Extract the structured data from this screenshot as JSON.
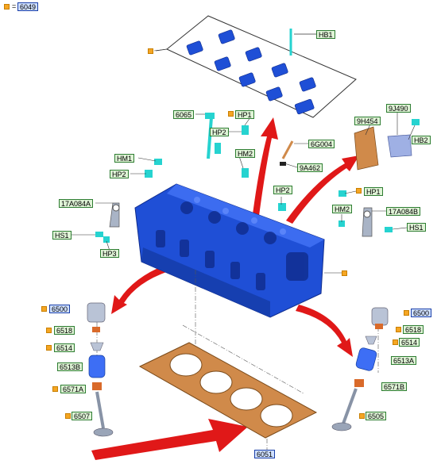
{
  "header": {
    "prefix": "=",
    "code": "6049"
  },
  "labels": {
    "hb1": "HB1",
    "c6065": "6065",
    "hp1_top": "HP1",
    "hp2_top": "HP2",
    "hm1": "HM1",
    "hp2_left": "HP2",
    "hm2_top": "HM2",
    "c6g004": "6G004",
    "c9a462": "9A462",
    "c9h454": "9H454",
    "c9j490": "9J490",
    "hb2": "HB2",
    "hp2_mid": "HP2",
    "hp1_right": "HP1",
    "c17a084a": "17A084A",
    "hm2_right": "HM2",
    "c17a084b": "17A084B",
    "hs1_left": "HS1",
    "hs1_right": "HS1",
    "hp3": "HP3",
    "l6500": "6500",
    "l6518": "6518",
    "l6514": "6514",
    "l6513b": "6513B",
    "l6571a": "6571A",
    "l6507": "6507",
    "r6500": "6500",
    "r6518": "6518",
    "r6514": "6514",
    "r6513a": "6513A",
    "r6571b": "6571B",
    "r6505": "6505",
    "c6051": "6051"
  },
  "colors": {
    "part_blue": "#1f4fd6",
    "part_dark": "#0f2c8c",
    "fastener_cyan": "#26d3d0",
    "arrow_red": "#e01818",
    "gasket_orange": "#d08a4a",
    "marker_orange": "#f5a623",
    "label_green_border": "#2e7d32",
    "label_blue_border": "#1a3fa8"
  }
}
